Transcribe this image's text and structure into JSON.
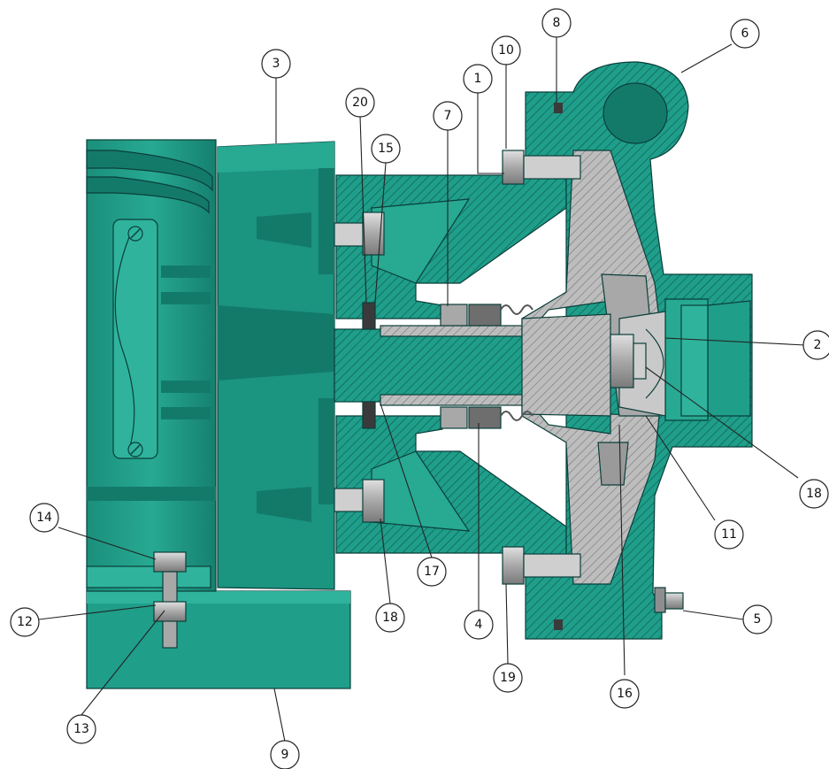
{
  "diagram": {
    "type": "pump cross-section",
    "colors": {
      "teal": "#1f9e8a",
      "teal_dark": "#137a6a",
      "teal_light": "#2fb39c",
      "steel": "#b5b5b5",
      "steel_dark": "#8e8e8e",
      "outline": "#0b3f3a",
      "seal": "#3a3a3a"
    },
    "callouts": [
      {
        "id": "c1",
        "label": "1"
      },
      {
        "id": "c2",
        "label": "2"
      },
      {
        "id": "c3",
        "label": "3"
      },
      {
        "id": "c4",
        "label": "4"
      },
      {
        "id": "c5",
        "label": "5"
      },
      {
        "id": "c6",
        "label": "6"
      },
      {
        "id": "c7",
        "label": "7"
      },
      {
        "id": "c8",
        "label": "8"
      },
      {
        "id": "c9",
        "label": "9"
      },
      {
        "id": "c10",
        "label": "10"
      },
      {
        "id": "c11",
        "label": "11"
      },
      {
        "id": "c12",
        "label": "12"
      },
      {
        "id": "c13",
        "label": "13"
      },
      {
        "id": "c14",
        "label": "14"
      },
      {
        "id": "c15",
        "label": "15"
      },
      {
        "id": "c16",
        "label": "16"
      },
      {
        "id": "c17",
        "label": "17"
      },
      {
        "id": "c18a",
        "label": "18"
      },
      {
        "id": "c18b",
        "label": "18"
      },
      {
        "id": "c19",
        "label": "19"
      },
      {
        "id": "c20",
        "label": "20"
      }
    ]
  }
}
